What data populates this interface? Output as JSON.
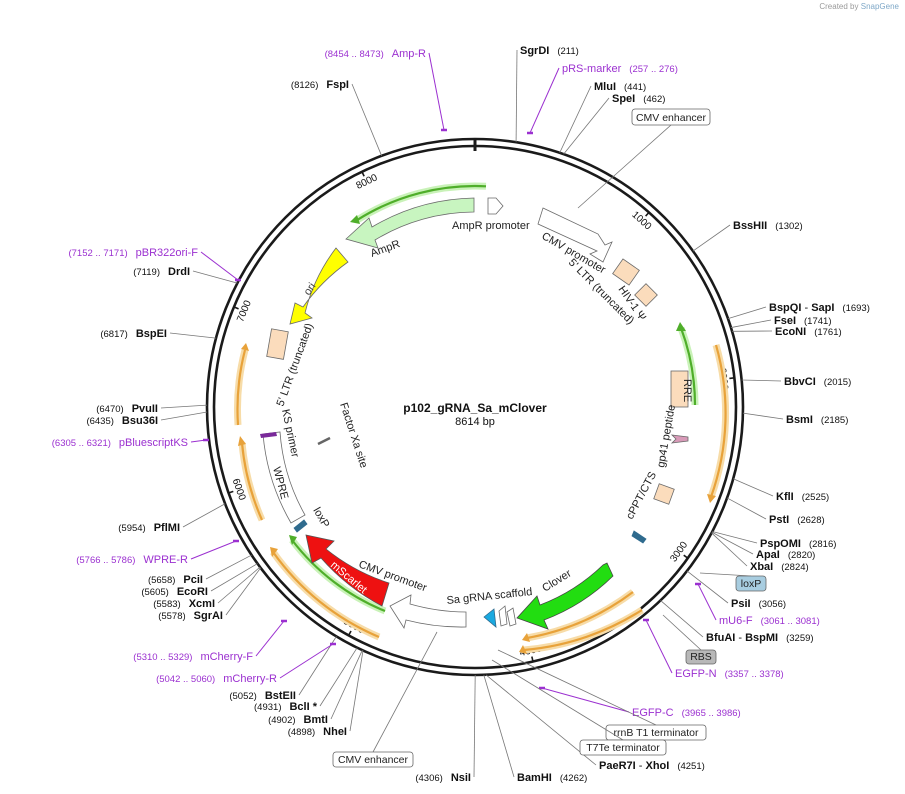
{
  "credit": {
    "prefix": "Created by",
    "brand": "SnapGene"
  },
  "title": "p102_gRNA_Sa_mClover",
  "length": "8614 bp",
  "total_bp": 8614,
  "ruler_ticks": [
    "1000",
    "2000",
    "3000",
    "4000",
    "5000",
    "6000",
    "7000",
    "8000"
  ],
  "enzymes": [
    {
      "name": "SgrDI",
      "pos": "(211)",
      "bp": 211
    },
    {
      "name": "MluI",
      "pos": "(441)",
      "bp": 441
    },
    {
      "name": "SpeI",
      "pos": "(462)",
      "bp": 462
    },
    {
      "name": "BssHII",
      "pos": "(1302)",
      "bp": 1302
    },
    {
      "name": "BspQI",
      "name2": "SapI",
      "pos": "(1693)",
      "bp": 1693
    },
    {
      "name": "FseI",
      "pos": "(1741)",
      "bp": 1741
    },
    {
      "name": "EcoNI",
      "pos": "(1761)",
      "bp": 1761
    },
    {
      "name": "BbvCI",
      "pos": "(2015)",
      "bp": 2015
    },
    {
      "name": "BsmI",
      "pos": "(2185)",
      "bp": 2185
    },
    {
      "name": "KflI",
      "pos": "(2525)",
      "bp": 2525
    },
    {
      "name": "PstI",
      "pos": "(2628)",
      "bp": 2628
    },
    {
      "name": "PspOMI",
      "pos": "(2816)",
      "bp": 2816
    },
    {
      "name": "ApaI",
      "pos": "(2820)",
      "bp": 2820
    },
    {
      "name": "XbaI",
      "pos": "(2824)",
      "bp": 2824
    },
    {
      "name": "PsiI",
      "pos": "(3056)",
      "bp": 3056
    },
    {
      "name": "BfuAI",
      "name2": "BspMI",
      "pos": "(3259)",
      "bp": 3259
    },
    {
      "name": "PaeR7I",
      "name2": "XhoI",
      "pos": "(4251)",
      "bp": 4251
    },
    {
      "name": "BamHI",
      "pos": "(4262)",
      "bp": 4262
    },
    {
      "name": "NsiI",
      "pos": "(4306)",
      "bp": 4306
    },
    {
      "name": "NheI",
      "pos": "(4898)",
      "bp": 4898
    },
    {
      "name": "BmtI",
      "pos": "(4902)",
      "bp": 4902
    },
    {
      "name": "BclI *",
      "pos": "(4931)",
      "bp": 4931
    },
    {
      "name": "BstEII",
      "pos": "(5052)",
      "bp": 5052
    },
    {
      "name": "SgrAI",
      "pos": "(5578)",
      "bp": 5578
    },
    {
      "name": "XcmI",
      "pos": "(5583)",
      "bp": 5583
    },
    {
      "name": "EcoRI",
      "pos": "(5605)",
      "bp": 5605
    },
    {
      "name": "PciI",
      "pos": "(5658)",
      "bp": 5658
    },
    {
      "name": "PflMI",
      "pos": "(5954)",
      "bp": 5954
    },
    {
      "name": "Bsu36I",
      "pos": "(6435)",
      "bp": 6435
    },
    {
      "name": "PvuII",
      "pos": "(6470)",
      "bp": 6470
    },
    {
      "name": "BspEI",
      "pos": "(6817)",
      "bp": 6817
    },
    {
      "name": "DrdI",
      "pos": "(7119)",
      "bp": 7119
    },
    {
      "name": "FspI",
      "pos": "(8126)",
      "bp": 8126
    }
  ],
  "primers": [
    {
      "name": "Amp-R",
      "range": "(8454 .. 8473)",
      "bp": 8463
    },
    {
      "name": "pRS-marker",
      "range": "(257 .. 276)",
      "bp": 266
    },
    {
      "name": "pBR322ori-F",
      "range": "(7152 .. 7171)",
      "bp": 7161
    },
    {
      "name": "pBluescriptKS",
      "range": "(6305 .. 6321)",
      "bp": 6313
    },
    {
      "name": "WPRE-R",
      "range": "(5766 .. 5786)",
      "bp": 5776
    },
    {
      "name": "mCherry-F",
      "range": "(5310 .. 5329)",
      "bp": 5320
    },
    {
      "name": "mCherry-R",
      "range": "(5042 .. 5060)",
      "bp": 5051
    },
    {
      "name": "mU6-F",
      "range": "(3061 .. 3081)",
      "bp": 3071
    },
    {
      "name": "EGFP-N",
      "range": "(3357 .. 3378)",
      "bp": 3367
    },
    {
      "name": "EGFP-C",
      "range": "(3965 .. 3986)",
      "bp": 3975
    }
  ],
  "boxed_labels": [
    {
      "name": "CMV enhancer",
      "style": "white"
    },
    {
      "name": "loxP",
      "style": "blue"
    },
    {
      "name": "RBS",
      "style": "gray"
    },
    {
      "name": "rrnB T1 terminator",
      "style": "white"
    },
    {
      "name": "T7Te terminator",
      "style": "white"
    },
    {
      "name": "CMV enhancer",
      "style": "white"
    }
  ],
  "features": [
    {
      "name": "AmpR promoter"
    },
    {
      "name": "AmpR"
    },
    {
      "name": "CMV promoter"
    },
    {
      "name": "5' LTR (truncated)"
    },
    {
      "name": "HIV-1 Ψ"
    },
    {
      "name": "RRE"
    },
    {
      "name": "gp41 peptide"
    },
    {
      "name": "cPPT/CTS"
    },
    {
      "name": "Clover"
    },
    {
      "name": "Sa gRNA scaffold"
    },
    {
      "name": "CMV promoter"
    },
    {
      "name": "mScarlet"
    },
    {
      "name": "loxP"
    },
    {
      "name": "WPRE"
    },
    {
      "name": "KS primer"
    },
    {
      "name": "5' LTR (truncated)"
    },
    {
      "name": "ori"
    },
    {
      "name": "Factor Xa site"
    }
  ],
  "colors": {
    "backbone": "#1a1a1a",
    "primer": "#9b30d0",
    "amp_arrow": "#c8f5c0",
    "ori": "#ffff00",
    "clover": "#22dd11",
    "mscarlet": "#ee1111",
    "ltr": "#fbdcbc",
    "orf_green": "#4fae2a",
    "orf_orange": "#e8a23a",
    "loxp_box": "#a8cde0",
    "rbs_box": "#b8b8b8"
  }
}
